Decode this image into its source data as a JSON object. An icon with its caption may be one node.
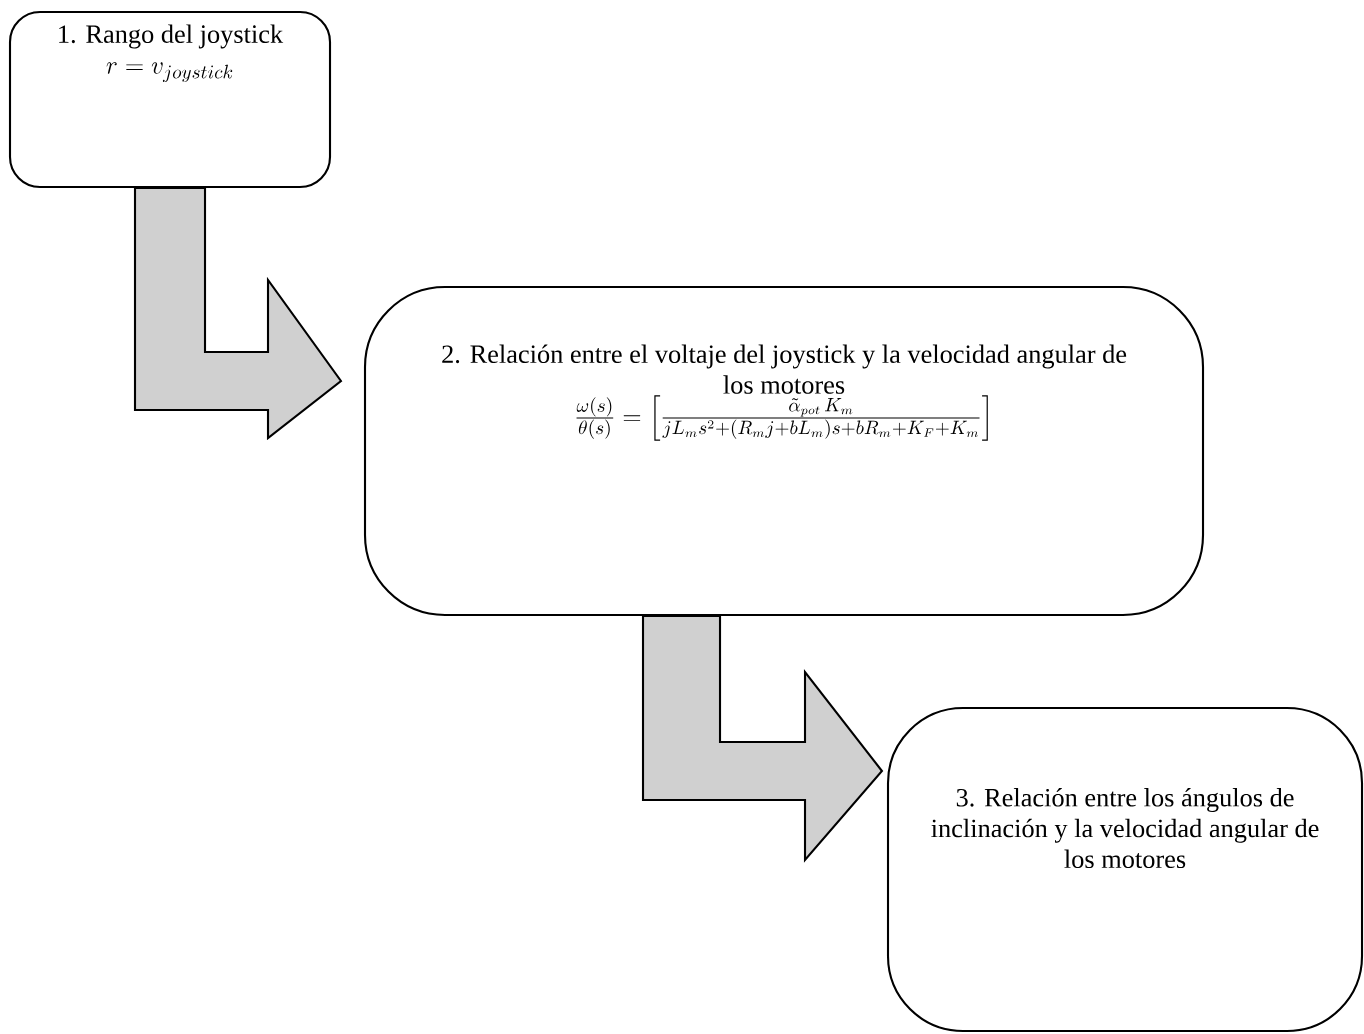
{
  "diagram": {
    "nodes": [
      {
        "text": [
          "1. Rango del joystick",
          "r = v_{joystick}"
        ]
      },
      {
        "text": [
          "2. Relación entre el voltaje del joystick y la velocidad angular de los motores",
          "\\frac{\\omega(s)}{\\theta(s)} = \\left[\\frac{\\tilde{\\alpha}_{pot}\\, K_m}{jL_m s^2 + (R_m j + bL_m)s + bR_m + K_F + K_m}\\right]"
        ]
      },
      {
        "text": [
          "3. Relación entre los ángulos de inclinación y la velocidad angular de los motores"
        ]
      }
    ],
    "edges": [
      {
        "from": 0,
        "to": 1,
        "arrow": "to"
      },
      {
        "from": 1,
        "to": 2,
        "arrow": "to"
      }
    ]
  }
}
